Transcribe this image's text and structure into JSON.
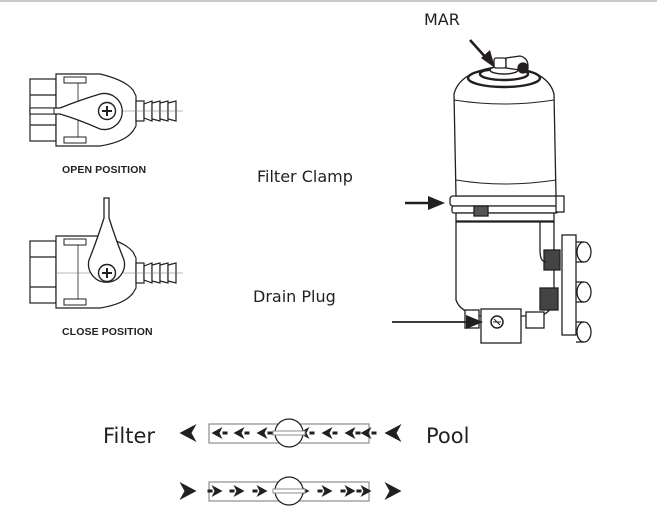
{
  "labels": {
    "mar": "MAR",
    "filter_clamp": "Filter Clamp",
    "drain_plug": "Drain Plug",
    "open_position": "OPEN POSITION",
    "close_position": "CLOSE POSITION",
    "filter": "Filter",
    "pool": "Pool"
  },
  "flow_diagram": {
    "top_row_direction": "left",
    "bottom_row_direction": "right",
    "inner_arrows_per_row": 7
  },
  "colors": {
    "ink": "#231f20",
    "outline_gray": "#8c8c8c"
  }
}
